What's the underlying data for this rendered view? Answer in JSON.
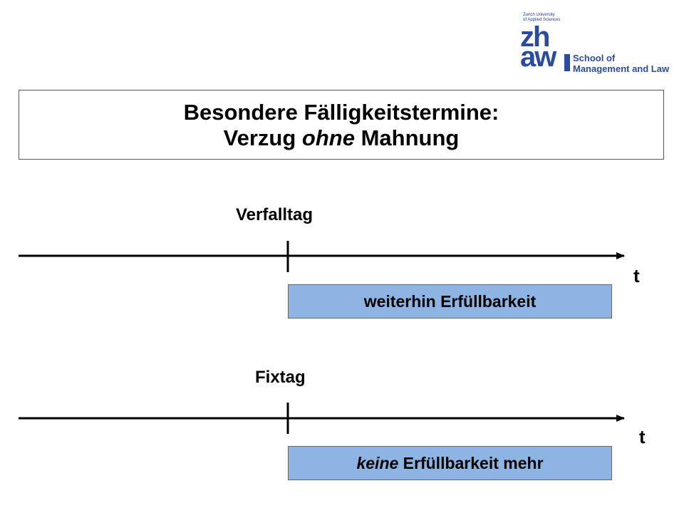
{
  "logo": {
    "university_line1": "Zurich University",
    "university_line2": "of Applied Sciences",
    "mark_top": "zh",
    "mark_bottom": "aw",
    "school_line1": "School of",
    "school_line2": "Management and Law"
  },
  "title": {
    "line1": "Besondere Fälligkeitstermine:",
    "line2_part1": "Verzug ",
    "line2_italic": "ohne",
    "line2_part2": " Mahnung"
  },
  "timeline1": {
    "label": "Verfalltag",
    "axis_label": "t",
    "box_text": "weiterhin Erfüllbarkeit"
  },
  "timeline2": {
    "label": "Fixtag",
    "axis_label": "t",
    "box_italic": "keine",
    "box_text": " Erfüllbarkeit mehr"
  },
  "colors": {
    "box_fill": "#8db4e2",
    "logo_blue": "#2b4c9e"
  }
}
